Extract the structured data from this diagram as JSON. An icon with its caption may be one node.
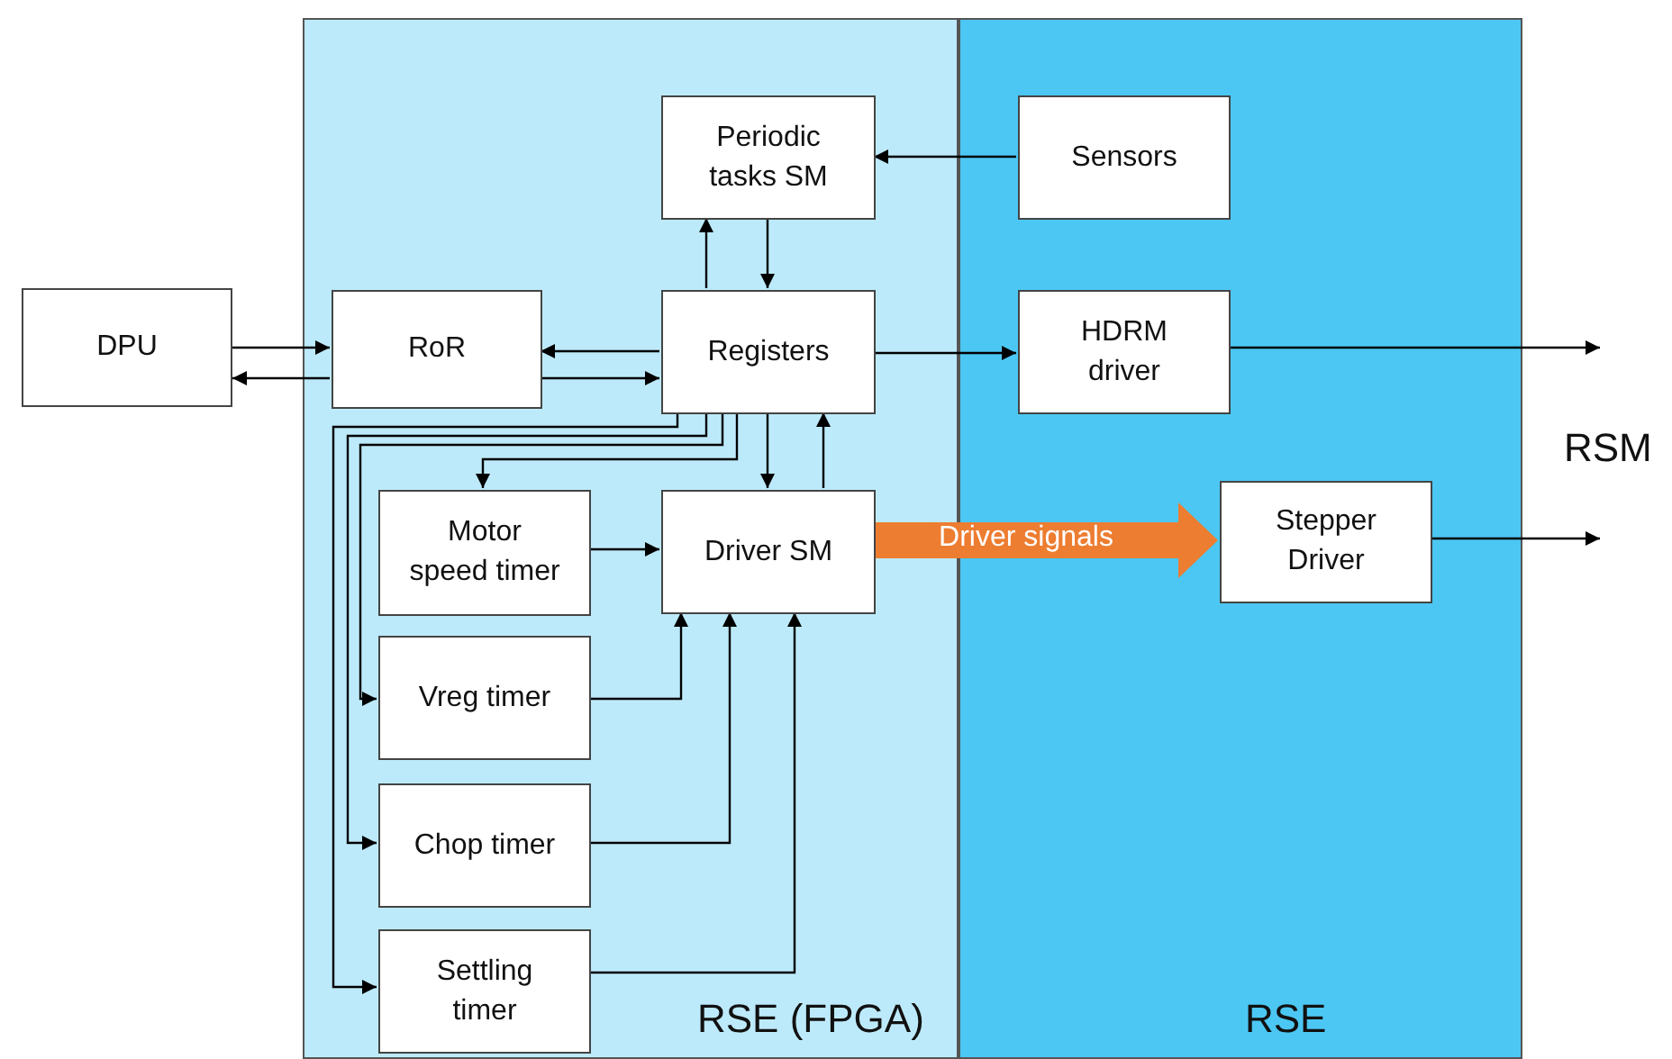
{
  "diagram": {
    "nodes": [
      {
        "text": [
          "DPU"
        ]
      },
      {
        "text": [
          "RSE (FPGA)"
        ]
      },
      {
        "text": [
          "Periodic tasks SM"
        ],
        "in": 1
      },
      {
        "text": [
          "RoR"
        ],
        "in": 1
      },
      {
        "text": [
          "Registers"
        ],
        "in": 1
      },
      {
        "text": [
          "Motor speed timer"
        ],
        "in": 1
      },
      {
        "text": [
          "Driver SM"
        ],
        "in": 1
      },
      {
        "text": [
          "Vreg timer"
        ],
        "in": 1
      },
      {
        "text": [
          "Chop timer"
        ],
        "in": 1
      },
      {
        "text": [
          "Settling timer"
        ],
        "in": 1
      },
      {
        "text": [
          "RSE"
        ]
      },
      {
        "text": [
          "Sensors"
        ],
        "in": 10
      },
      {
        "text": [
          "HDRM driver"
        ],
        "in": 10
      },
      {
        "text": [
          "Stepper Driver"
        ],
        "in": 10
      }
    ],
    "edges": [
      {
        "from": 0,
        "to": 3,
        "arrow": "to"
      },
      {
        "from": 3,
        "to": 0,
        "arrow": "to"
      },
      {
        "from": 4,
        "to": 3,
        "arrow": "to"
      },
      {
        "from": 3,
        "to": 4,
        "arrow": "to"
      },
      {
        "from": 4,
        "to": 2,
        "arrow": "to"
      },
      {
        "from": 2,
        "to": 4,
        "arrow": "to"
      },
      {
        "from": 11,
        "to": 2,
        "arrow": "to"
      },
      {
        "from": 4,
        "to": 12,
        "arrow": "to"
      },
      {
        "from": 12,
        "to": null,
        "arrow": "to"
      },
      {
        "from": 13,
        "to": null,
        "arrow": "to"
      },
      {
        "from": 4,
        "to": 6,
        "arrow": "to"
      },
      {
        "from": 6,
        "to": 4,
        "arrow": "to"
      },
      {
        "from": 4,
        "to": 5,
        "arrow": "to"
      },
      {
        "from": 4,
        "to": 7,
        "arrow": "to"
      },
      {
        "from": 4,
        "to": 8,
        "arrow": "to"
      },
      {
        "from": 4,
        "to": 9,
        "arrow": "to"
      },
      {
        "from": 5,
        "to": 6,
        "arrow": "to"
      },
      {
        "from": 7,
        "to": 6,
        "arrow": "to"
      },
      {
        "from": 8,
        "to": 6,
        "arrow": "to"
      },
      {
        "from": 9,
        "to": 6,
        "arrow": "to"
      },
      {
        "from": 6,
        "to": 13,
        "arrow": "to",
        "label": "Driver signals",
        "style": "thick",
        "color": "#ed7d31"
      }
    ],
    "labels": [
      "RSM"
    ]
  }
}
